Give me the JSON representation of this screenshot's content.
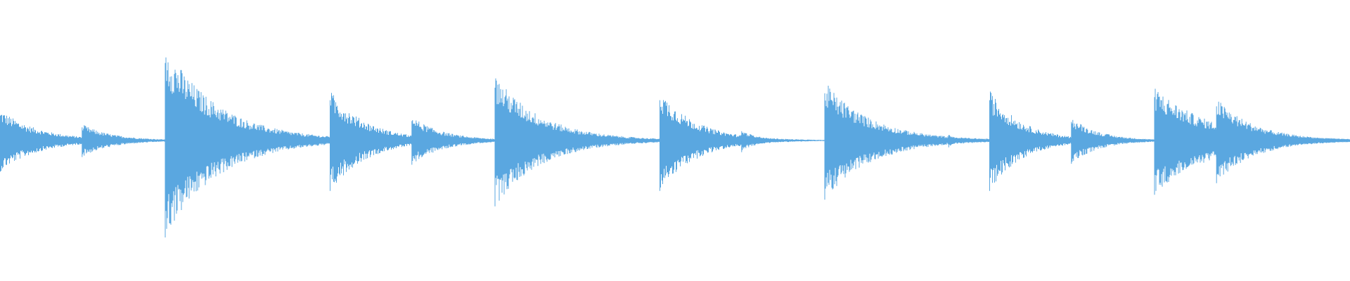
{
  "waveform": {
    "color": "#5aa7e0",
    "background": "#ffffff",
    "duration": 1.0,
    "amplitude_range": [
      -1,
      1
    ],
    "onsets": [
      {
        "time": 0.0,
        "peak": 0.32,
        "decay": 0.03,
        "tail": 0.012
      },
      {
        "time": 0.062,
        "peak": 0.17,
        "decay": 0.025,
        "tail": 0.006
      },
      {
        "time": 0.125,
        "peak": 1.0,
        "decay": 0.04,
        "tail": 0.02
      },
      {
        "time": 0.188,
        "peak": 0.1,
        "decay": 0.006,
        "tail": 0.0
      },
      {
        "time": 0.219,
        "peak": 0.08,
        "decay": 0.006,
        "tail": 0.0
      },
      {
        "time": 0.25,
        "peak": 0.52,
        "decay": 0.028,
        "tail": 0.012
      },
      {
        "time": 0.312,
        "peak": 0.25,
        "decay": 0.025,
        "tail": 0.008
      },
      {
        "time": 0.375,
        "peak": 0.68,
        "decay": 0.036,
        "tail": 0.015
      },
      {
        "time": 0.5,
        "peak": 0.52,
        "decay": 0.028,
        "tail": 0.012
      },
      {
        "time": 0.562,
        "peak": 0.12,
        "decay": 0.014,
        "tail": 0.0
      },
      {
        "time": 0.625,
        "peak": 0.61,
        "decay": 0.036,
        "tail": 0.015
      },
      {
        "time": 0.688,
        "peak": 0.07,
        "decay": 0.006,
        "tail": 0.0
      },
      {
        "time": 0.719,
        "peak": 0.07,
        "decay": 0.006,
        "tail": 0.0
      },
      {
        "time": 0.75,
        "peak": 0.52,
        "decay": 0.025,
        "tail": 0.01
      },
      {
        "time": 0.812,
        "peak": 0.24,
        "decay": 0.022,
        "tail": 0.008
      },
      {
        "time": 0.875,
        "peak": 0.56,
        "decay": 0.04,
        "tail": 0.03
      },
      {
        "time": 0.922,
        "peak": 0.44,
        "decay": 0.03,
        "tail": 0.012
      }
    ]
  }
}
